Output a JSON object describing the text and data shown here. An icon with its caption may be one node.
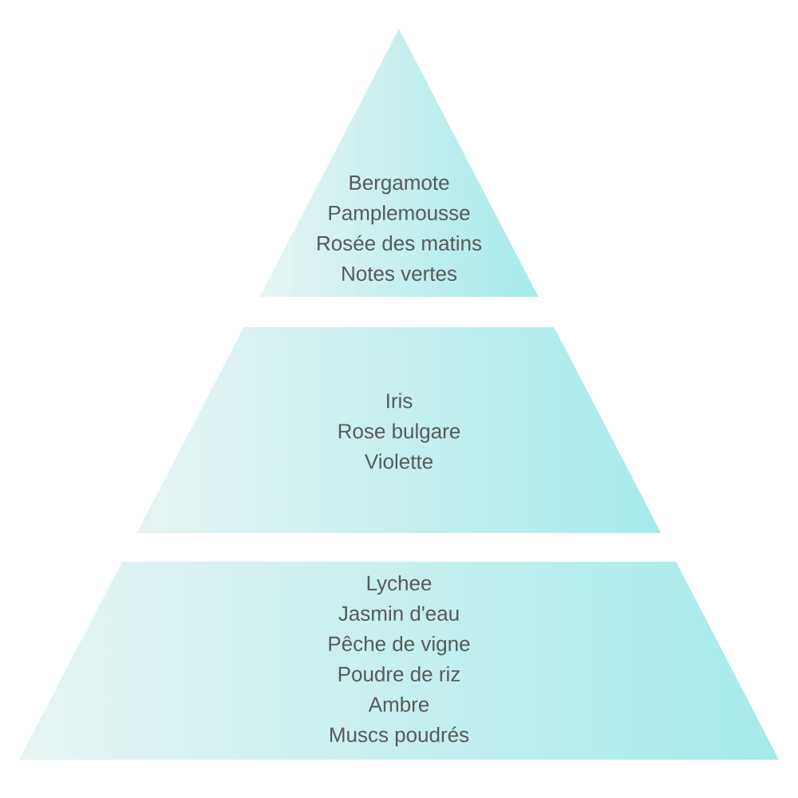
{
  "diagram": {
    "nodes": [
      {
        "text": [
          "Bergamote",
          "Pamplemousse",
          "Rosée des matins",
          "Notes vertes"
        ]
      },
      {
        "text": [
          "Iris",
          "Rose bulgare",
          "Violette"
        ]
      },
      {
        "text": [
          "Lychee",
          "Jasmin d'eau",
          "Pêche de vigne",
          "Poudre de riz",
          "Ambre",
          "Muscs poudrés"
        ]
      }
    ]
  }
}
